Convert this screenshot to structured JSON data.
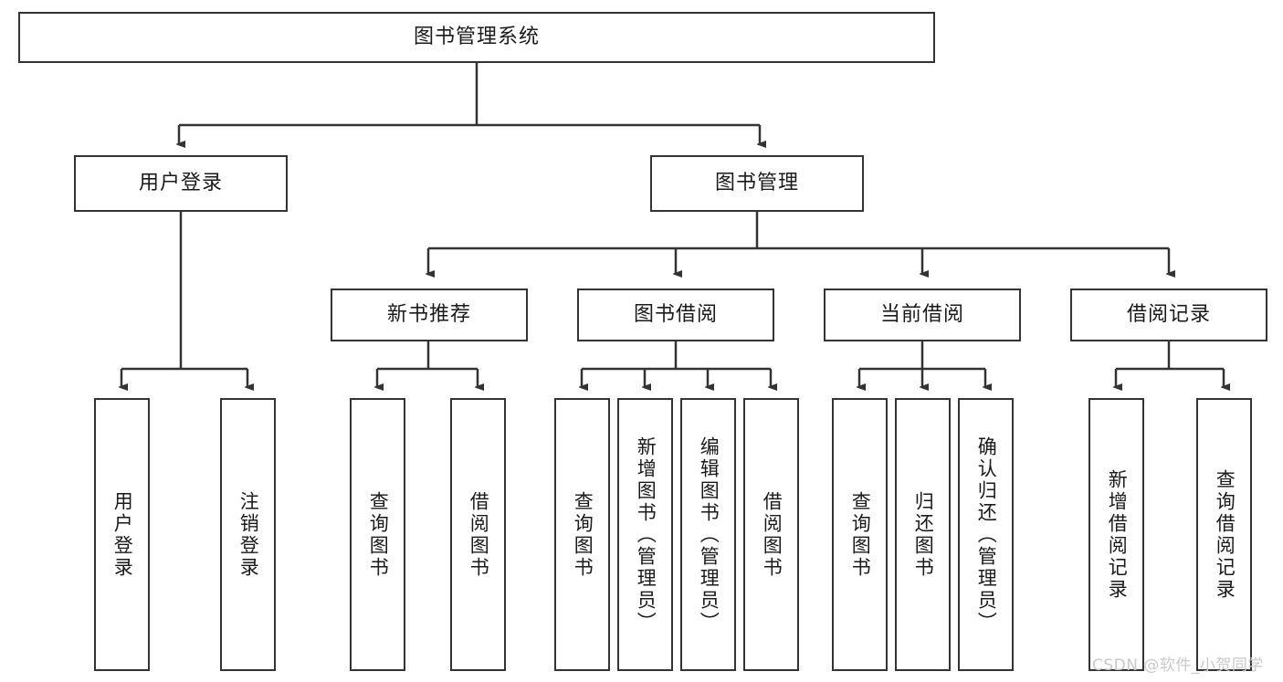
{
  "diagram": {
    "title": "图书管理系统",
    "type": "tree-hierarchy",
    "stroke_color": "#333333",
    "background_color": "#ffffff",
    "text_color": "#1a1a1a",
    "watermark": "CSDN @软件_小贺同学",
    "levels": {
      "root": {
        "label": "图书管理系统"
      },
      "level2": [
        {
          "label": "用户登录"
        },
        {
          "label": "图书管理"
        }
      ],
      "level3": [
        {
          "label": "新书推荐"
        },
        {
          "label": "图书借阅"
        },
        {
          "label": "当前借阅"
        },
        {
          "label": "借阅记录"
        }
      ],
      "leaves": {
        "user_login": [
          {
            "label": "用户登录"
          },
          {
            "label": "注销登录"
          }
        ],
        "new_book_recommend": [
          {
            "label": "查询图书"
          },
          {
            "label": "借阅图书"
          }
        ],
        "book_borrow": [
          {
            "label": "查询图书"
          },
          {
            "label": "新增图书（管理员）"
          },
          {
            "label": "编辑图书（管理员）"
          },
          {
            "label": "借阅图书"
          }
        ],
        "current_borrow": [
          {
            "label": "查询图书"
          },
          {
            "label": "归还图书"
          },
          {
            "label": "确认归还（管理员）"
          }
        ],
        "borrow_record": [
          {
            "label": "新增借阅记录"
          },
          {
            "label": "查询借阅记录"
          }
        ]
      }
    }
  }
}
